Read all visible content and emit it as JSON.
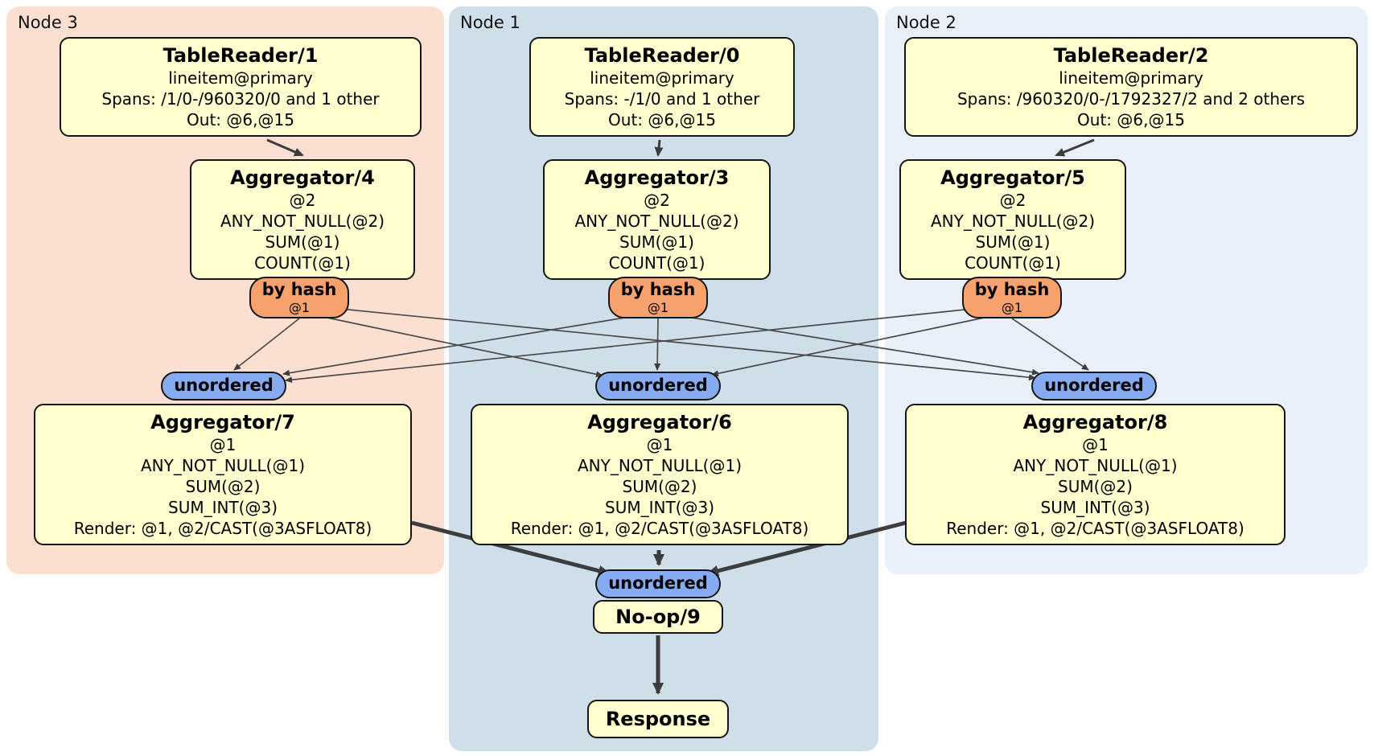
{
  "panels": [
    {
      "id": "node3",
      "label": "Node 3"
    },
    {
      "id": "node1",
      "label": "Node 1"
    },
    {
      "id": "node2",
      "label": "Node 2"
    }
  ],
  "nodes": {
    "tr1": {
      "title": "TableReader/1",
      "lines": [
        "lineitem@primary",
        "Spans: /1/0-/960320/0 and 1 other",
        "Out: @6,@15"
      ]
    },
    "tr0": {
      "title": "TableReader/0",
      "lines": [
        "lineitem@primary",
        "Spans: -/1/0 and 1 other",
        "Out: @6,@15"
      ]
    },
    "tr2": {
      "title": "TableReader/2",
      "lines": [
        "lineitem@primary",
        "Spans: /960320/0-/1792327/2 and 2 others",
        "Out: @6,@15"
      ]
    },
    "agg4": {
      "title": "Aggregator/4",
      "lines": [
        "@2",
        "ANY_NOT_NULL(@2)",
        "SUM(@1)",
        "COUNT(@1)"
      ]
    },
    "agg3": {
      "title": "Aggregator/3",
      "lines": [
        "@2",
        "ANY_NOT_NULL(@2)",
        "SUM(@1)",
        "COUNT(@1)"
      ]
    },
    "agg5": {
      "title": "Aggregator/5",
      "lines": [
        "@2",
        "ANY_NOT_NULL(@2)",
        "SUM(@1)",
        "COUNT(@1)"
      ]
    },
    "agg7": {
      "title": "Aggregator/7",
      "lines": [
        "@1",
        "ANY_NOT_NULL(@1)",
        "SUM(@2)",
        "SUM_INT(@3)",
        "Render: @1, @2/CAST(@3ASFLOAT8)"
      ]
    },
    "agg6": {
      "title": "Aggregator/6",
      "lines": [
        "@1",
        "ANY_NOT_NULL(@1)",
        "SUM(@2)",
        "SUM_INT(@3)",
        "Render: @1, @2/CAST(@3ASFLOAT8)"
      ]
    },
    "agg8": {
      "title": "Aggregator/8",
      "lines": [
        "@1",
        "ANY_NOT_NULL(@1)",
        "SUM(@2)",
        "SUM_INT(@3)",
        "Render: @1, @2/CAST(@3ASFLOAT8)"
      ]
    },
    "noop": {
      "title": "No-op/9"
    },
    "response": {
      "title": "Response"
    }
  },
  "routers": {
    "by_hash": {
      "label": "by hash",
      "detail": "@1"
    },
    "unordered": {
      "label": "unordered"
    }
  },
  "colors": {
    "panel_node3": "#fbdfd0",
    "panel_node1": "#cedfe9",
    "panel_node2": "#e9f0fa",
    "node_fill": "#ffffcf",
    "node_border": "#161616",
    "router_hash_fill": "#f7a26c",
    "sync_fill": "#86abf1",
    "edge": "#3d3d3d"
  }
}
